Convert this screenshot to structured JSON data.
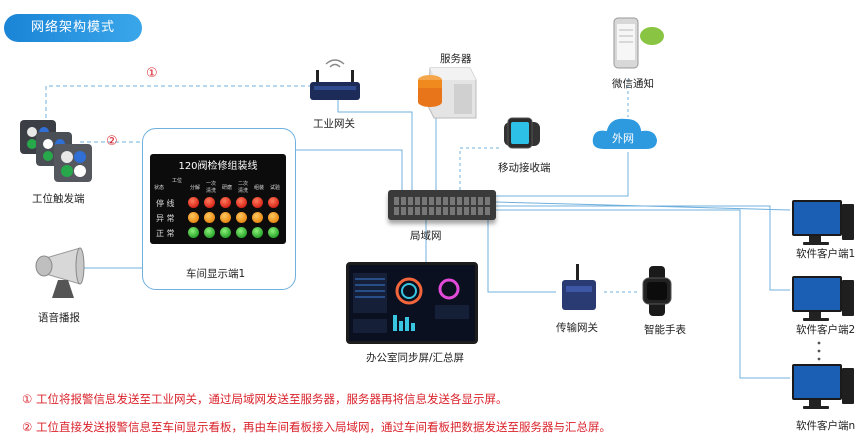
{
  "title": "网络架构模式",
  "nodes": {
    "server": "服务器",
    "industrial_gateway": "工业网关",
    "mobile_receiver": "移动接收端",
    "wechat": "微信通知",
    "internet": "外网",
    "station_trigger": "工位触发端",
    "workshop_display": "车间显示端1",
    "lan": "局域网",
    "voice_broadcast": "语音播报",
    "office_screen": "办公室同步屏/汇总屏",
    "transmission_gateway": "传输网关",
    "smart_watch": "智能手表",
    "client_1": "软件客户端1",
    "client_2": "软件客户端2",
    "client_n": "软件客户端n"
  },
  "markers": {
    "one": "①",
    "two": "②"
  },
  "board": {
    "title": "120阀检修组装线",
    "columns": [
      "状态",
      "工位",
      "分解",
      "一次清洗",
      "研磨",
      "二次清洗",
      "组装",
      "试验"
    ],
    "rows": [
      "停 线",
      "异 常",
      "正 常"
    ]
  },
  "notes": [
    "① 工位将报警信息发送至工业网关，通过局域网发送至服务器，服务器再将信息发送各显示屏。",
    "② 工位直接发送报警信息至车间显示看板，再由车间看板接入局域网，通过车间看板把数据发送至服务器与汇总屏。"
  ],
  "colors": {
    "title_bg": "#1a84d6",
    "line_blue": "#6fb0dd",
    "note_red": "#d9232b",
    "cloud": "#2d9ae0"
  }
}
